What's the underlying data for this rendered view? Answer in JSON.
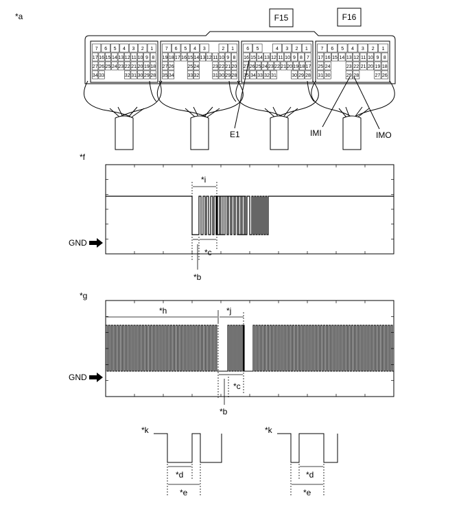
{
  "labels": {
    "a": "*a",
    "f": "*f",
    "g": "*g",
    "k1": "*k",
    "k2": "*k",
    "b1": "*b",
    "b2": "*b",
    "c1": "*c",
    "c2": "*c",
    "i": "*i",
    "h": "*h",
    "j": "*j",
    "d1": "*d",
    "d2": "*d",
    "e1": "*e",
    "e2": "*e",
    "gnd1": "GND",
    "gnd2": "GND",
    "e1_pin": "E1",
    "imi": "IMI",
    "imo": "IMO",
    "f15": "F15",
    "f16": "F16"
  },
  "connectors": [
    {
      "rows": [
        [
          "7",
          "6",
          "5",
          "4",
          "3",
          "2",
          "1"
        ],
        [
          "17",
          "16",
          "15",
          "14",
          "13",
          "12",
          "11",
          "10",
          "9",
          "8"
        ],
        [
          "27",
          "26",
          "25",
          "24",
          "23",
          "22",
          "21",
          "20",
          "19",
          "18"
        ],
        [
          "34",
          "33",
          "",
          "",
          "",
          "32",
          "31",
          "30",
          "29",
          "28"
        ]
      ]
    },
    {
      "rows": [
        [
          "7",
          "6",
          "5",
          "4",
          "3",
          "",
          "2",
          "1"
        ],
        [
          "19",
          "18",
          "17",
          "16",
          "15",
          "14",
          "13",
          "12",
          "11",
          "10",
          "9",
          "8"
        ],
        [
          "27",
          "26",
          "",
          "",
          "25",
          "24",
          "",
          "",
          "23",
          "22",
          "21",
          "20"
        ],
        [
          "35",
          "34",
          "",
          "",
          "33",
          "32",
          "",
          "",
          "31",
          "30",
          "29",
          "28"
        ]
      ]
    },
    {
      "rows": [
        [
          "6",
          "5",
          "",
          "4",
          "3",
          "2",
          "1"
        ],
        [
          "16",
          "15",
          "14",
          "13",
          "12",
          "11",
          "10",
          "9",
          "8",
          "7"
        ],
        [
          "27",
          "26",
          "25",
          "24",
          "23",
          "22",
          "21",
          "20",
          "19",
          "18",
          "17"
        ],
        [
          "35",
          "34",
          "33",
          "32",
          "31",
          "",
          "",
          "30",
          "29",
          "28"
        ]
      ]
    },
    {
      "rows": [
        [
          "7",
          "6",
          "5",
          "4",
          "3",
          "2",
          "1"
        ],
        [
          "17",
          "16",
          "15",
          "14",
          "13",
          "12",
          "11",
          "10",
          "9",
          "8"
        ],
        [
          "25",
          "24",
          "",
          "",
          "23",
          "22",
          "21",
          "20",
          "19",
          "18"
        ],
        [
          "31",
          "30",
          "",
          "",
          "29",
          "28",
          "",
          "",
          "27",
          "26"
        ]
      ]
    }
  ]
}
